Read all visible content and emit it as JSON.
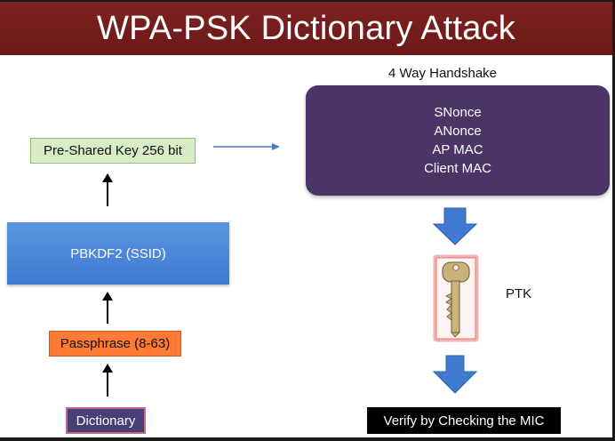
{
  "title": "WPA-PSK Dictionary Attack",
  "left_flow": {
    "psk": "Pre-Shared Key 256 bit",
    "pbkdf": "PBKDF2 (SSID)",
    "passphrase": "Passphrase (8-63)",
    "dictionary": "Dictionary"
  },
  "handshake": {
    "label": "4 Way Handshake",
    "items": [
      "SNonce",
      "ANonce",
      "AP MAC",
      "Client MAC"
    ]
  },
  "ptk_label": "PTK",
  "verify": "Verify by Checking the MIC",
  "colors": {
    "title_bg": "#7a1f1f",
    "psk_fill": "#d8ecc8",
    "pbkdf_fill": "#4a86d8",
    "passphrase_fill": "#ff7a33",
    "dictionary_fill": "#4a3f75",
    "handshake_fill": "#4a3566",
    "arrow_blue": "#3f7ad0",
    "verify_fill": "#000000"
  },
  "icons": [
    "up-arrow-icon",
    "right-arrow-icon",
    "down-arrow-icon",
    "key-icon"
  ]
}
